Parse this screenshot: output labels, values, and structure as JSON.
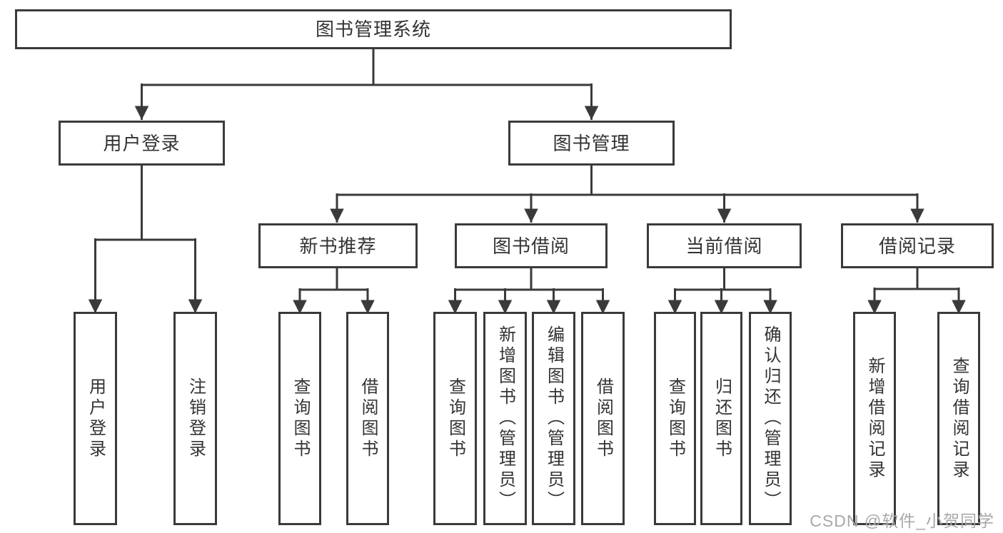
{
  "tree": {
    "label": "图书管理系统",
    "children": [
      {
        "label": "用户登录",
        "children": [
          {
            "label": "用户登录"
          },
          {
            "label": "注销登录"
          }
        ]
      },
      {
        "label": "图书管理",
        "children": [
          {
            "label": "新书推荐",
            "children": [
              {
                "label": "查询图书"
              },
              {
                "label": "借阅图书"
              }
            ]
          },
          {
            "label": "图书借阅",
            "children": [
              {
                "label": "查询图书"
              },
              {
                "label": "新增图书（管理员）"
              },
              {
                "label": "编辑图书（管理员）"
              },
              {
                "label": "借阅图书"
              }
            ]
          },
          {
            "label": "当前借阅",
            "children": [
              {
                "label": "查询图书"
              },
              {
                "label": "归还图书"
              },
              {
                "label": "确认归还（管理员）"
              }
            ]
          },
          {
            "label": "借阅记录",
            "children": [
              {
                "label": "新增借阅记录"
              },
              {
                "label": "查询借阅记录"
              }
            ]
          }
        ]
      }
    ]
  },
  "watermark": "CSDN @软件_小贺同学",
  "colors": {
    "line": "#3a3a3a",
    "text": "#333333",
    "watermark": "#a8a8a8",
    "background": "#ffffff"
  }
}
